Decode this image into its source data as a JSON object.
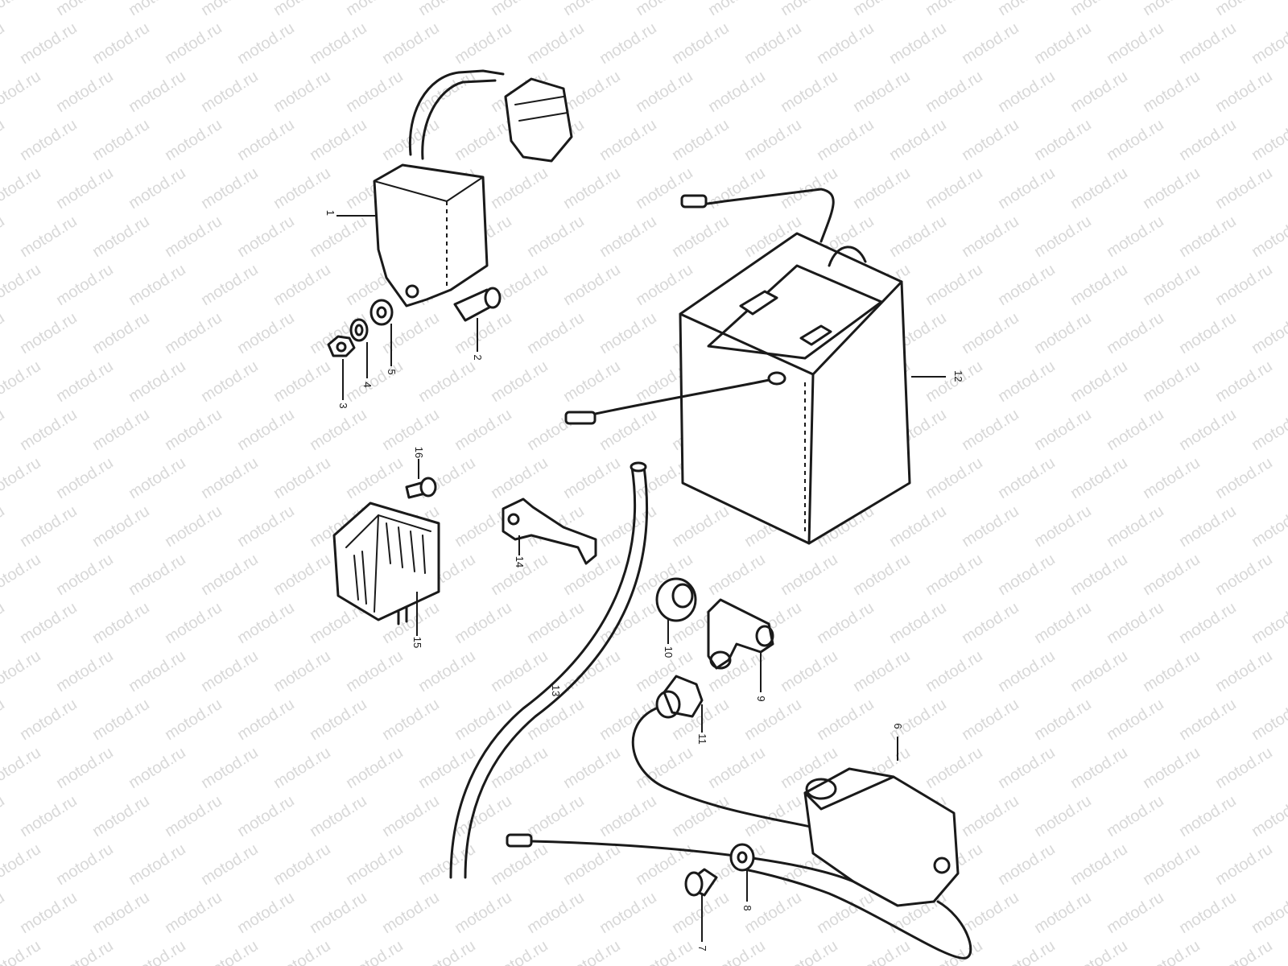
{
  "watermark": {
    "text": "motod.ru"
  },
  "callouts": [
    {
      "id": "1",
      "label": "1"
    },
    {
      "id": "2",
      "label": "2"
    },
    {
      "id": "3",
      "label": "3"
    },
    {
      "id": "4",
      "label": "4"
    },
    {
      "id": "5",
      "label": "5"
    },
    {
      "id": "6",
      "label": "6"
    },
    {
      "id": "7",
      "label": "7"
    },
    {
      "id": "8",
      "label": "8"
    },
    {
      "id": "9",
      "label": "9"
    },
    {
      "id": "10",
      "label": "10"
    },
    {
      "id": "11",
      "label": "11"
    },
    {
      "id": "12",
      "label": "12"
    },
    {
      "id": "13",
      "label": "13"
    },
    {
      "id": "14",
      "label": "14"
    },
    {
      "id": "15",
      "label": "15"
    },
    {
      "id": "16",
      "label": "16"
    }
  ],
  "colors": {
    "line": "#1a1a1a",
    "watermark": "#d8d8d8",
    "background": "#ffffff"
  }
}
